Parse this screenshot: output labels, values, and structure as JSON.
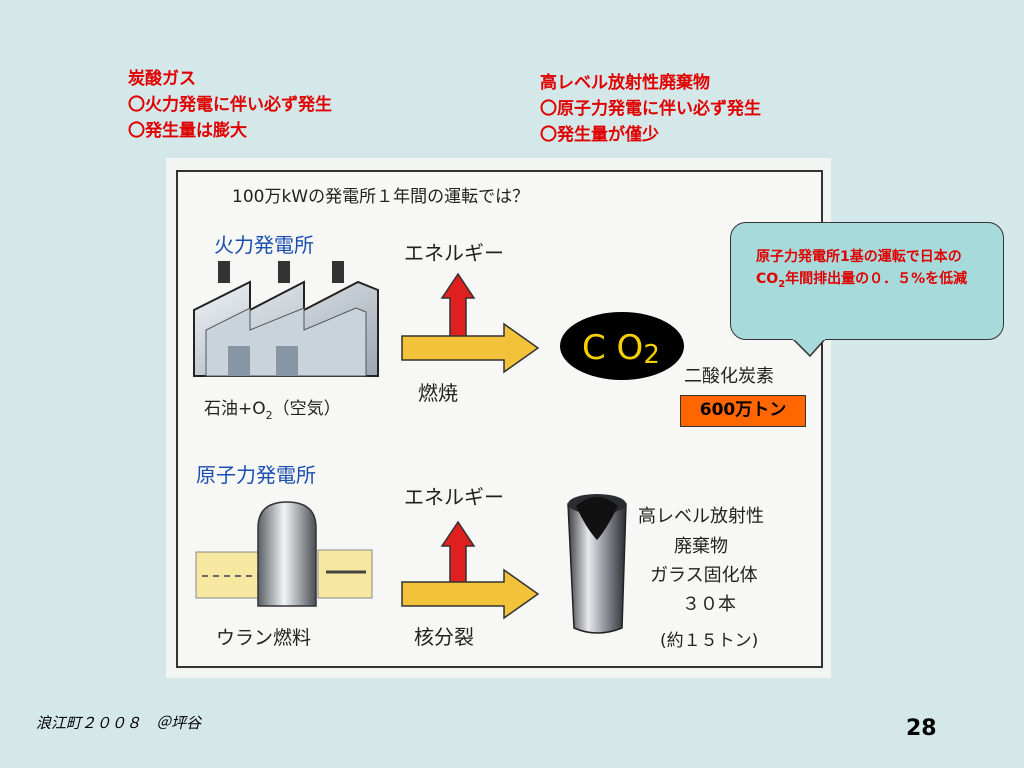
{
  "notes_left": {
    "line1": "炭酸ガス",
    "line2": "〇火力発電に伴い必ず発生",
    "line3": "〇発生量は膨大"
  },
  "notes_right": {
    "line1": "高レベル放射性廃棄物",
    "line2": "〇原子力発電に伴い必ず発生",
    "line3": "〇発生量が僅少"
  },
  "diagram": {
    "title": "100万kWの発電所１年間の運転では？",
    "thermal": {
      "label": "火力発電所",
      "input_label_pre": "石油+O",
      "input_sub": "2",
      "input_label_post": "（空気）",
      "energy_label": "エネルギー",
      "process_label": "燃焼",
      "product_pre": "C O",
      "product_sub": "2",
      "product_label": "二酸化炭素"
    },
    "nuclear": {
      "label": "原子力発電所",
      "input_label": "ウラン燃料",
      "energy_label": "エネルギー",
      "process_label": "核分裂",
      "waste_lines": [
        "高レベル放射性",
        "廃棄物",
        "ガラス固化体",
        "３０本",
        "(約１５トン)"
      ]
    },
    "colors": {
      "arrow_up": "#e02020",
      "arrow_right": "#f2c23a",
      "label_blue": "#1a4fb0",
      "co2_bg": "#000000",
      "co2_text": "#f5d000"
    }
  },
  "callout": {
    "pre": "原子力発電所1基の運転で日本のCO",
    "sub": "2",
    "post": "年間排出量の０．５%を低減"
  },
  "badge": "600万トン",
  "footer": {
    "left": "浪江町２００８　＠坪谷",
    "page_number": "28"
  }
}
